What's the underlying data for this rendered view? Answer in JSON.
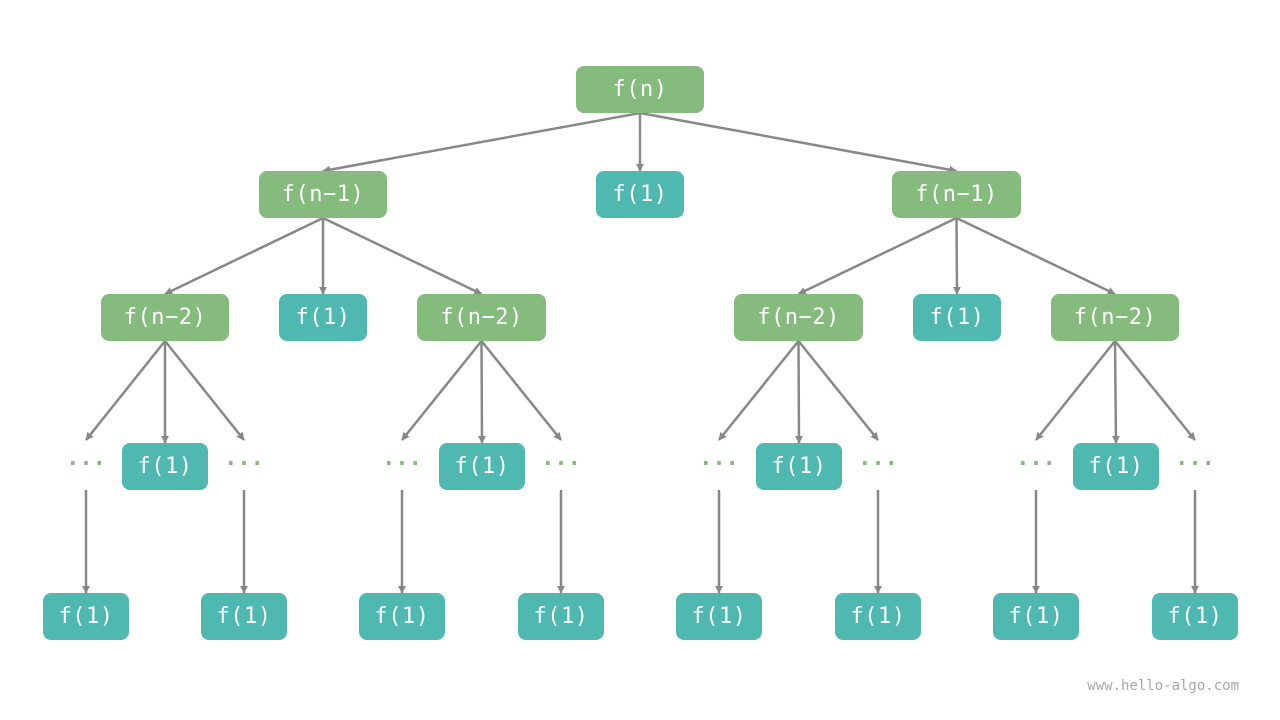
{
  "nodes": [
    {
      "id": "root",
      "label": "f(n)",
      "kind": "green"
    },
    {
      "id": "l1a",
      "label": "f(n−1)",
      "kind": "green"
    },
    {
      "id": "l1b",
      "label": "f(1)",
      "kind": "teal"
    },
    {
      "id": "l1c",
      "label": "f(n−1)",
      "kind": "green"
    },
    {
      "id": "l2a",
      "label": "f(n−2)",
      "kind": "green"
    },
    {
      "id": "l2b",
      "label": "f(1)",
      "kind": "teal"
    },
    {
      "id": "l2c",
      "label": "f(n−2)",
      "kind": "green"
    },
    {
      "id": "l2d",
      "label": "f(n−2)",
      "kind": "green"
    },
    {
      "id": "l2e",
      "label": "f(1)",
      "kind": "teal"
    },
    {
      "id": "l2f",
      "label": "f(n−2)",
      "kind": "green"
    },
    {
      "id": "d1",
      "label": "···",
      "kind": "dots"
    },
    {
      "id": "m1",
      "label": "f(1)",
      "kind": "teal"
    },
    {
      "id": "d2",
      "label": "···",
      "kind": "dots"
    },
    {
      "id": "d3",
      "label": "···",
      "kind": "dots"
    },
    {
      "id": "m2",
      "label": "f(1)",
      "kind": "teal"
    },
    {
      "id": "d4",
      "label": "···",
      "kind": "dots"
    },
    {
      "id": "d5",
      "label": "···",
      "kind": "dots"
    },
    {
      "id": "m3",
      "label": "f(1)",
      "kind": "teal"
    },
    {
      "id": "d6",
      "label": "···",
      "kind": "dots"
    },
    {
      "id": "d7",
      "label": "···",
      "kind": "dots"
    },
    {
      "id": "m4",
      "label": "f(1)",
      "kind": "teal"
    },
    {
      "id": "d8",
      "label": "···",
      "kind": "dots"
    },
    {
      "id": "b1",
      "label": "f(1)",
      "kind": "teal"
    },
    {
      "id": "b2",
      "label": "f(1)",
      "kind": "teal"
    },
    {
      "id": "b3",
      "label": "f(1)",
      "kind": "teal"
    },
    {
      "id": "b4",
      "label": "f(1)",
      "kind": "teal"
    },
    {
      "id": "b5",
      "label": "f(1)",
      "kind": "teal"
    },
    {
      "id": "b6",
      "label": "f(1)",
      "kind": "teal"
    },
    {
      "id": "b7",
      "label": "f(1)",
      "kind": "teal"
    },
    {
      "id": "b8",
      "label": "f(1)",
      "kind": "teal"
    }
  ],
  "edges": [
    [
      "root",
      "l1a"
    ],
    [
      "root",
      "l1b"
    ],
    [
      "root",
      "l1c"
    ],
    [
      "l1a",
      "l2a"
    ],
    [
      "l1a",
      "l2b"
    ],
    [
      "l1a",
      "l2c"
    ],
    [
      "l1c",
      "l2d"
    ],
    [
      "l1c",
      "l2e"
    ],
    [
      "l1c",
      "l2f"
    ],
    [
      "l2a",
      "d1"
    ],
    [
      "l2a",
      "m1"
    ],
    [
      "l2a",
      "d2"
    ],
    [
      "l2c",
      "d3"
    ],
    [
      "l2c",
      "m2"
    ],
    [
      "l2c",
      "d4"
    ],
    [
      "l2d",
      "d5"
    ],
    [
      "l2d",
      "m3"
    ],
    [
      "l2d",
      "d6"
    ],
    [
      "l2f",
      "d7"
    ],
    [
      "l2f",
      "m4"
    ],
    [
      "l2f",
      "d8"
    ],
    [
      "d1",
      "b1"
    ],
    [
      "d2",
      "b2"
    ],
    [
      "d3",
      "b3"
    ],
    [
      "d4",
      "b4"
    ],
    [
      "d5",
      "b5"
    ],
    [
      "d6",
      "b6"
    ],
    [
      "d7",
      "b7"
    ],
    [
      "d8",
      "b8"
    ]
  ],
  "colors": {
    "green": "#85bb7d",
    "teal": "#4fb9b1",
    "edge": "#888888",
    "watermark": "#a8a8a8"
  },
  "watermark": "www.hello-algo.com"
}
